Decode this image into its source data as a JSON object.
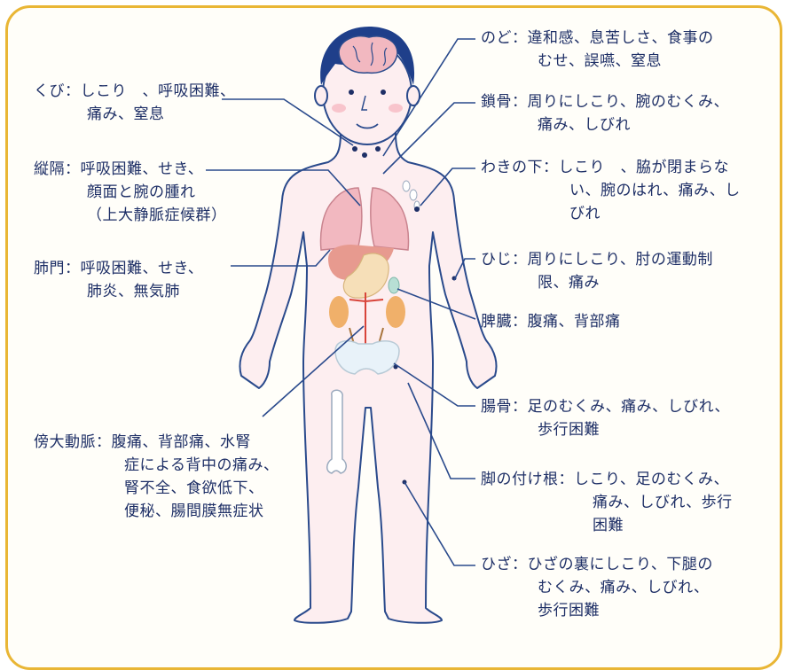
{
  "colors": {
    "frame": "#e9b635",
    "ink": "#1e2f66",
    "skin": "#fdeef0",
    "outline": "#2a4a8c",
    "hair": "#1f3f8a",
    "lung": "#f2b8c0",
    "liver": "#e79a8f",
    "stomach": "#f6dfb8",
    "kidney": "#f0b06a",
    "aorta": "#d8443a",
    "spleen": "#b8dfd5",
    "pelvis": "#e8f2f9"
  },
  "labels": {
    "kubi": {
      "term": "くび",
      "sep": "：",
      "text": [
        "しこり　、呼吸困難、",
        "痛み、窒息"
      ]
    },
    "juukaku": {
      "term": "縦隔",
      "sep": "：",
      "text": [
        "呼吸困難、せき、",
        "顔面と腕の腫れ",
        "（上大静脈症候群）"
      ]
    },
    "haimon": {
      "term": "肺門",
      "sep": "：",
      "text": [
        "呼吸困難、せき、",
        "肺炎、無気肺"
      ]
    },
    "boudai": {
      "term": "傍大動脈",
      "sep": "：",
      "text": [
        "腹痛、背部痛、水腎",
        "症による背中の痛み、",
        "腎不全、食欲低下、",
        "便秘、腸間膜無症状"
      ]
    },
    "nodo": {
      "term": "のど",
      "sep": "：",
      "text": [
        "違和感、息苦しさ、食事の",
        "むせ、誤嚥、窒息"
      ]
    },
    "sakotsu": {
      "term": "鎖骨",
      "sep": "：",
      "text": [
        "周りにしこり、腕のむくみ、",
        "痛み、しびれ"
      ]
    },
    "wakinoshita": {
      "term": "わきの下",
      "sep": "：",
      "text": [
        "しこり　、脇が閉まらな",
        "い、腕のはれ、痛み、し",
        "びれ"
      ]
    },
    "hiji": {
      "term": "ひじ",
      "sep": "：",
      "text": [
        "周りにしこり、肘の運動制",
        "限、痛み"
      ]
    },
    "hizou": {
      "term": "脾臓",
      "sep": "：",
      "text": [
        "腹痛、背部痛"
      ]
    },
    "choukotsu": {
      "term": "腸骨",
      "sep": "：",
      "text": [
        "足のむくみ、痛み、しびれ、",
        "歩行困難"
      ]
    },
    "ashinetsukene": {
      "term": "脚の付け根",
      "sep": "：",
      "text": [
        "しこり、足のむくみ、",
        "痛み、しびれ、歩行",
        "困難"
      ]
    },
    "hiza": {
      "term": "ひざ",
      "sep": "：",
      "text": [
        "ひざの裏にしこり、下腿の",
        "むくみ、痛み、しびれ、",
        "歩行困難"
      ]
    }
  }
}
